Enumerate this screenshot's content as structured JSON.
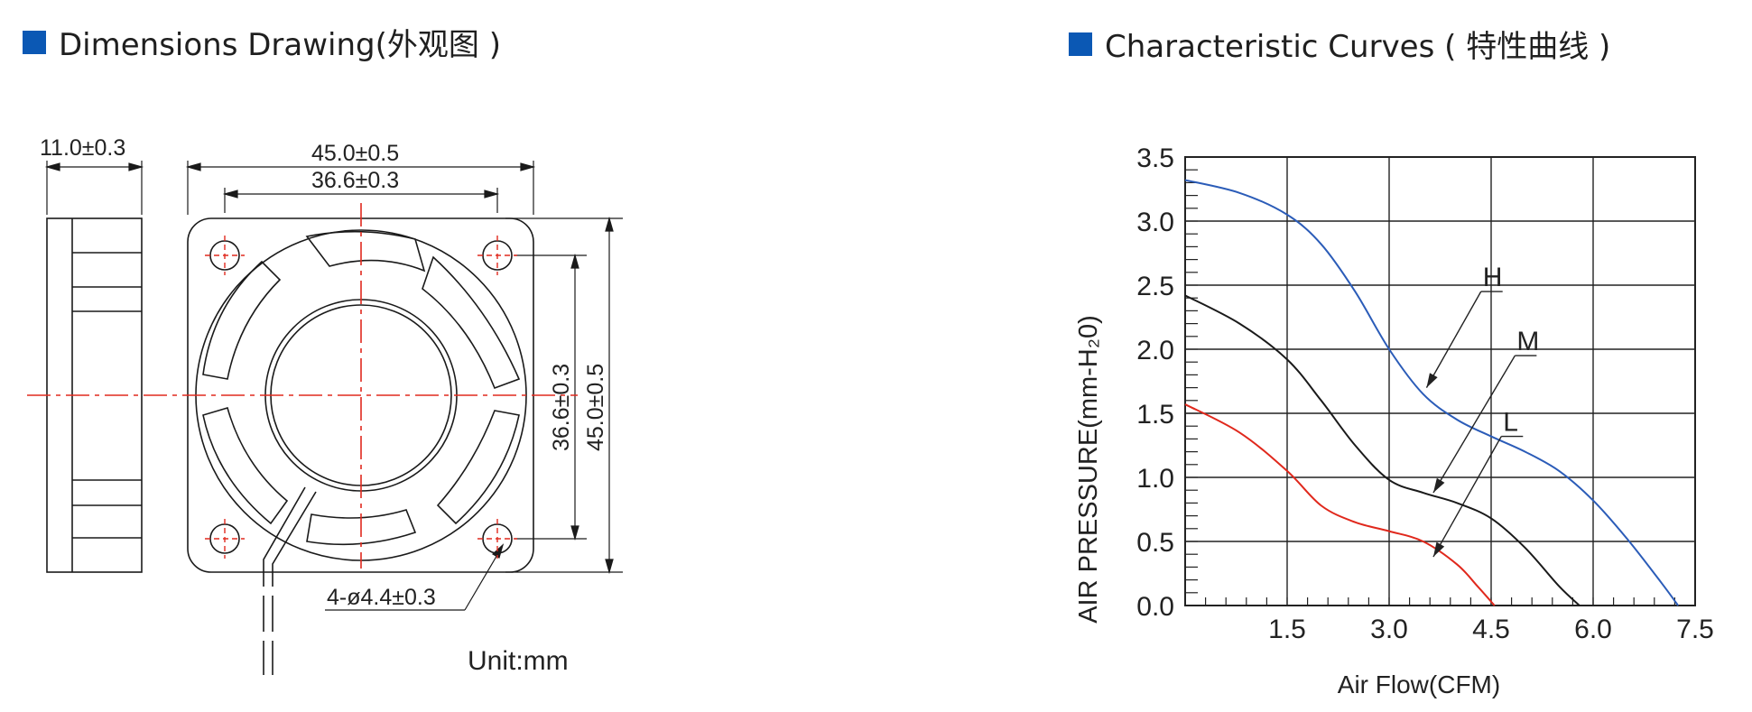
{
  "colors": {
    "accent": "#0b58b4",
    "center_line": "#e02a1f",
    "curve_h": "#2b5cb8",
    "curve_m": "#1a1a1a",
    "curve_l": "#e0281c"
  },
  "left_section": {
    "title": "Dimensions Drawing(外观图 )",
    "dims": {
      "thickness": "11.0±0.3",
      "outer_width": "45.0±0.5",
      "hole_pitch_h": "36.6±0.3",
      "hole_pitch_v": "36.6±0.3",
      "outer_height": "45.0±0.5",
      "holes": "4-ø4.4±0.3"
    },
    "unit": "Unit:mm"
  },
  "right_section": {
    "title": "Characteristic Curves ( 特性曲线 )"
  },
  "chart_data": {
    "type": "line",
    "xlabel": "Air  Flow(CFM)",
    "ylabel": "AIR PRESSURE(mm-H₂0)",
    "xlim": [
      0,
      7.5
    ],
    "ylim": [
      0,
      3.5
    ],
    "x_ticks": [
      "1.5",
      "3.0",
      "4.5",
      "6.0",
      "7.5"
    ],
    "y_ticks": [
      "0.0",
      "0.5",
      "1.0",
      "1.5",
      "2.0",
      "2.5",
      "3.0",
      "3.5"
    ],
    "grid": true,
    "series": [
      {
        "name": "H",
        "color": "#2b5cb8",
        "x": [
          0,
          0.8,
          1.5,
          2.0,
          2.5,
          3.0,
          3.5,
          4.0,
          4.5,
          5.0,
          5.5,
          6.0,
          6.5,
          7.0,
          7.25
        ],
        "y": [
          3.32,
          3.22,
          3.05,
          2.82,
          2.45,
          2.0,
          1.65,
          1.45,
          1.32,
          1.2,
          1.05,
          0.82,
          0.52,
          0.18,
          0.0
        ]
      },
      {
        "name": "M",
        "color": "#1a1a1a",
        "x": [
          0,
          0.8,
          1.5,
          2.0,
          2.5,
          3.0,
          3.5,
          4.0,
          4.5,
          5.0,
          5.5,
          5.8
        ],
        "y": [
          2.42,
          2.2,
          1.92,
          1.6,
          1.25,
          0.98,
          0.88,
          0.8,
          0.68,
          0.45,
          0.15,
          0.0
        ]
      },
      {
        "name": "L",
        "color": "#e0281c",
        "x": [
          0,
          0.8,
          1.5,
          2.0,
          2.5,
          3.0,
          3.5,
          4.0,
          4.3,
          4.55
        ],
        "y": [
          1.57,
          1.35,
          1.05,
          0.78,
          0.65,
          0.58,
          0.5,
          0.32,
          0.15,
          0.0
        ]
      }
    ],
    "labels": [
      {
        "text": "H",
        "series": "H"
      },
      {
        "text": "M",
        "series": "M"
      },
      {
        "text": "L",
        "series": "L"
      }
    ]
  }
}
